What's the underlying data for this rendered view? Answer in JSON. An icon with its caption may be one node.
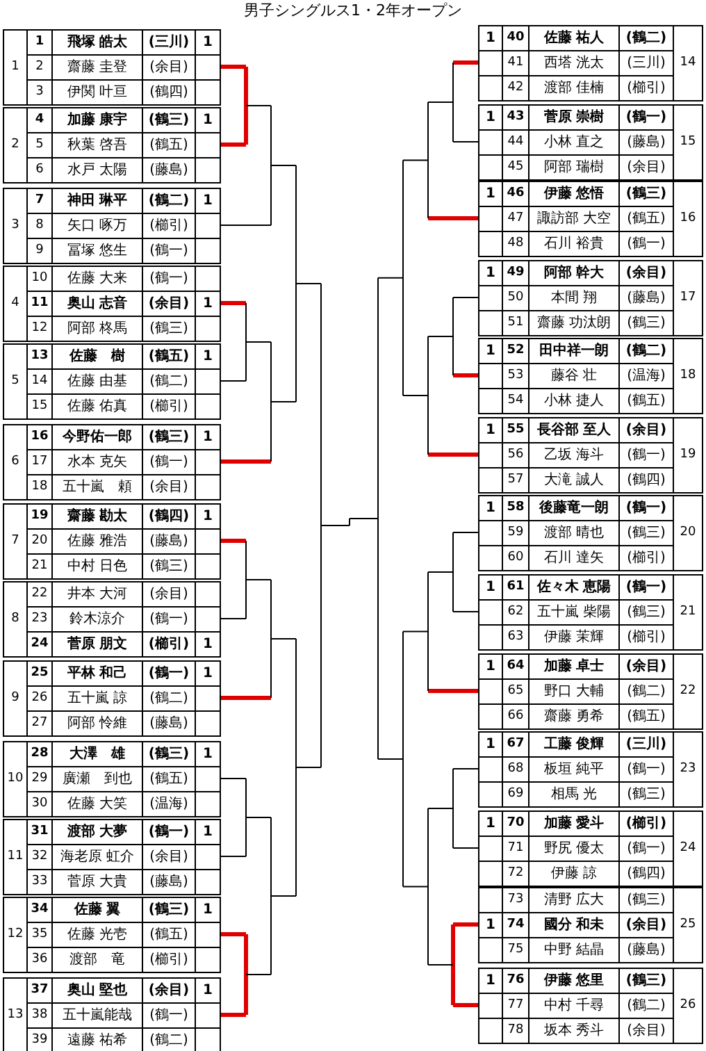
{
  "diagram": {
    "title": "男子シングルス1・2年オープン",
    "nodes": [
      {
        "text": [
          "1",
          "1",
          "飛塚 皓太",
          "(三川)",
          "1",
          "2",
          "齋藤 圭登",
          "(余目)",
          "3",
          "伊関 叶亘",
          "(鶴四)"
        ]
      },
      {
        "text": [
          "2",
          "4",
          "加藤 康宇",
          "(鶴三)",
          "1",
          "5",
          "秋葉 啓吾",
          "(鶴五)",
          "6",
          "水戸 太陽",
          "(藤島)"
        ]
      },
      {
        "text": [
          "3",
          "7",
          "神田 琳平",
          "(鶴二)",
          "1",
          "8",
          "矢口 啄万",
          "(櫛引)",
          "9",
          "冨塚 悠生",
          "(鶴一)"
        ]
      },
      {
        "text": [
          "4",
          "10",
          "佐藤 大来",
          "(鶴一)",
          "11",
          "奥山 志音",
          "(余目)",
          "1",
          "12",
          "阿部 柊馬",
          "(鶴三)"
        ]
      },
      {
        "text": [
          "5",
          "13",
          "佐藤　樹",
          "(鶴五)",
          "1",
          "14",
          "佐藤 由基",
          "(鶴二)",
          "15",
          "佐藤 佑真",
          "(櫛引)"
        ]
      },
      {
        "text": [
          "6",
          "16",
          "今野佑一郎",
          "(鶴三)",
          "1",
          "17",
          "水本 克矢",
          "(鶴一)",
          "18",
          "五十嵐　頼",
          "(余目)"
        ]
      },
      {
        "text": [
          "7",
          "19",
          "齋藤 勘太",
          "(鶴四)",
          "1",
          "20",
          "佐藤 雅浩",
          "(藤島)",
          "21",
          "中村 日色",
          "(鶴三)"
        ]
      },
      {
        "text": [
          "8",
          "22",
          "井本 大河",
          "(余目)",
          "23",
          "鈴木涼介",
          "(鶴一)",
          "24",
          "菅原 朋文",
          "(櫛引)",
          "1"
        ]
      },
      {
        "text": [
          "9",
          "25",
          "平林 和己",
          "(鶴一)",
          "1",
          "26",
          "五十嵐 諒",
          "(鶴二)",
          "27",
          "阿部 怜維",
          "(藤島)"
        ]
      },
      {
        "text": [
          "10",
          "28",
          "大澤　雄",
          "(鶴三)",
          "1",
          "29",
          "廣瀬　到也",
          "(鶴五)",
          "30",
          "佐藤 大笑",
          "(温海)"
        ]
      },
      {
        "text": [
          "11",
          "31",
          "渡部 大夢",
          "(鶴一)",
          "1",
          "32",
          "海老原 虹介",
          "(余目)",
          "33",
          "菅原 大貴",
          "(藤島)"
        ]
      },
      {
        "text": [
          "12",
          "34",
          "佐藤 翼",
          "(鶴三)",
          "1",
          "35",
          "佐藤 光壱",
          "(鶴五)",
          "36",
          "渡部　竜",
          "(櫛引)"
        ]
      },
      {
        "text": [
          "13",
          "37",
          "奥山 堅也",
          "(余目)",
          "1",
          "38",
          "五十嵐能哉",
          "(鶴一)",
          "39",
          "遠藤 祐希",
          "(鶴二)"
        ]
      },
      {
        "text": [
          "14",
          "1",
          "40",
          "佐藤 祐人",
          "(鶴二)",
          "41",
          "西塔 洸太",
          "(三川)",
          "42",
          "渡部 佳楠",
          "(櫛引)"
        ]
      },
      {
        "text": [
          "15",
          "1",
          "43",
          "菅原 崇樹",
          "(鶴一)",
          "44",
          "小林 直之",
          "(藤島)",
          "45",
          "阿部 瑞樹",
          "(余目)"
        ]
      },
      {
        "text": [
          "16",
          "1",
          "46",
          "伊藤 悠悟",
          "(鶴三)",
          "47",
          "諏訪部 大空",
          "(鶴五)",
          "48",
          "石川 裕貴",
          "(鶴一)"
        ]
      },
      {
        "text": [
          "17",
          "1",
          "49",
          "阿部 幹大",
          "(余目)",
          "50",
          "本間 翔",
          "(藤島)",
          "51",
          "齋藤 功汰朗",
          "(鶴三)"
        ]
      },
      {
        "text": [
          "18",
          "1",
          "52",
          "田中祥一朗",
          "(鶴二)",
          "53",
          "藤谷 壮",
          "(温海)",
          "54",
          "小林 捷人",
          "(鶴五)"
        ]
      },
      {
        "text": [
          "19",
          "1",
          "55",
          "長谷部 至人",
          "(余目)",
          "56",
          "乙坂 海斗",
          "(鶴一)",
          "57",
          "大滝 誠人",
          "(鶴四)"
        ]
      },
      {
        "text": [
          "20",
          "1",
          "58",
          "後藤竜一朗",
          "(鶴一)",
          "59",
          "渡部 晴也",
          "(鶴三)",
          "60",
          "石川 達矢",
          "(櫛引)"
        ]
      },
      {
        "text": [
          "21",
          "1",
          "61",
          "佐々木 恵陽",
          "(鶴一)",
          "62",
          "五十嵐 柴陽",
          "(鶴三)",
          "63",
          "伊藤 茉輝",
          "(櫛引)"
        ]
      },
      {
        "text": [
          "22",
          "1",
          "64",
          "加藤 卓士",
          "(余目)",
          "65",
          "野口 大輔",
          "(鶴二)",
          "66",
          "齋藤 勇希",
          "(鶴五)"
        ]
      },
      {
        "text": [
          "23",
          "1",
          "67",
          "工藤 俊輝",
          "(三川)",
          "68",
          "板垣 純平",
          "(鶴一)",
          "69",
          "相馬 光",
          "(鶴三)"
        ]
      },
      {
        "text": [
          "24",
          "1",
          "70",
          "加藤 愛斗",
          "(櫛引)",
          "71",
          "野尻 優太",
          "(鶴一)",
          "72",
          "伊藤 諒",
          "(鶴四)"
        ]
      },
      {
        "text": [
          "25",
          "73",
          "清野 広大",
          "(鶴三)",
          "1",
          "74",
          "國分 和未",
          "(余目)",
          "75",
          "中野 結晶",
          "(藤島)"
        ]
      },
      {
        "text": [
          "26",
          "1",
          "76",
          "伊藤 悠里",
          "(鶴三)",
          "77",
          "中村 千尋",
          "(鶴二)",
          "78",
          "坂本 秀斗",
          "(余目)"
        ]
      }
    ]
  }
}
